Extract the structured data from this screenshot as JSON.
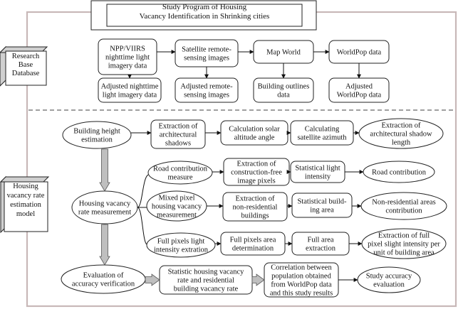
{
  "title": [
    "Study Program of Housing",
    "Vacancy Identification in Shrinking cities"
  ],
  "sections": {
    "database": [
      "Research",
      "Base",
      "Database"
    ],
    "model": [
      "Housing",
      "vacancy rate",
      "estimation",
      "model"
    ]
  },
  "database": {
    "npp": [
      "NPP/VIIRS",
      "nighttime light",
      "imagery data"
    ],
    "sat": [
      "Satellite remote-",
      "sensing images"
    ],
    "mapworld": [
      "Map World"
    ],
    "worldpop": [
      "WorldPop data"
    ],
    "adj_npp": [
      "Adjusted nighttime",
      "light imagery data"
    ],
    "adj_sat": [
      "Adjusted remote-",
      "sensing images"
    ],
    "building": [
      "Building outlines",
      "data"
    ],
    "adj_worldpop": [
      "Adjusted",
      "WorldPop data"
    ]
  },
  "model": {
    "building_height": [
      "Building height",
      "estimation"
    ],
    "housing_vacancy": [
      "Housing vacancy",
      "rate measurement"
    ],
    "evaluation": [
      "Evaluation of",
      "accuracy verification"
    ],
    "extraction_shadows": [
      "Extraction of",
      "architectural",
      "shadows"
    ],
    "solar_angle": [
      "Calculation solar",
      "altitude angle"
    ],
    "satellite_azimuth": [
      "Calculating",
      "satellite azimuth"
    ],
    "shadow_length": [
      "Extraction of",
      "architectural shadow",
      "length"
    ],
    "road_measure": [
      "Road contribution",
      "measure"
    ],
    "construction_free": [
      "Extraction of",
      "construction-free",
      "image pixels"
    ],
    "light_intensity": [
      "Statistical light",
      "intensity"
    ],
    "road_contribution": [
      "Road contribution"
    ],
    "mixed_pixel": [
      "Mixed pixel",
      "housing vacancy",
      "measurement"
    ],
    "non_residential": [
      "Extraction of",
      "non-residential",
      "buildings"
    ],
    "building_area": [
      "Statistical build-",
      "ing area"
    ],
    "non_res_contribution": [
      "Non-residential areas",
      "contribution"
    ],
    "full_pixels": [
      "Full pixels light",
      "intensity extration"
    ],
    "area_determination": [
      "Full pixels area",
      "determination"
    ],
    "area_extraction": [
      "Full area",
      "extraction"
    ],
    "full_pixel_intensity": [
      "Extraction of full",
      "pixel slight intensity per",
      "unit of building area"
    ],
    "statistic_rate": [
      "Statistic housing vacancy",
      "rate and residential",
      "building vacancy rate"
    ],
    "correlation": [
      "Correlation between",
      "population obtained",
      "from WorldPop data",
      "and this study results"
    ],
    "study_accuracy": [
      "Study accuracy",
      "evaluation"
    ]
  }
}
